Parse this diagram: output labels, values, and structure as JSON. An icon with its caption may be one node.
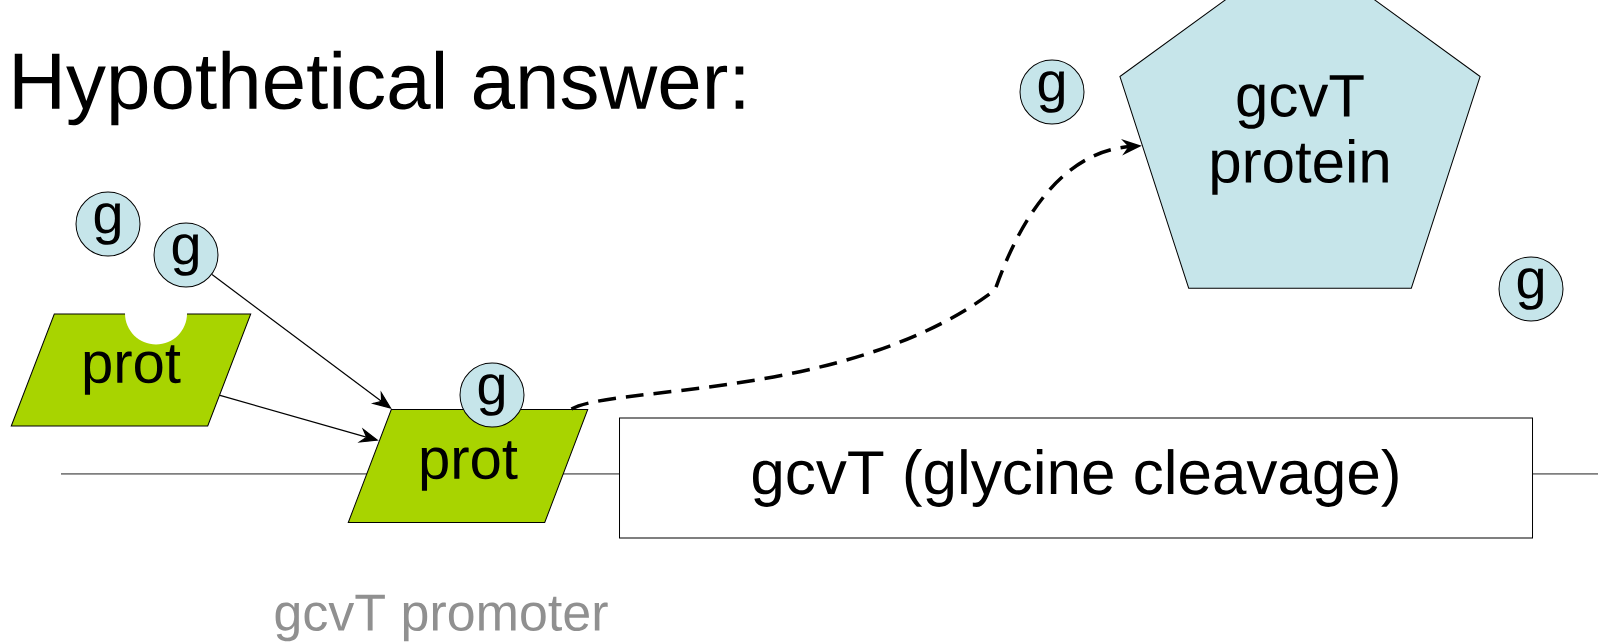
{
  "diagram": {
    "title": "Hypothetical answer:",
    "nodes": [
      {
        "text": [
          "g"
        ]
      },
      {
        "text": [
          "g"
        ]
      },
      {
        "text": [
          "prot"
        ]
      },
      {
        "text": [
          "g"
        ]
      },
      {
        "text": [
          "prot"
        ]
      },
      {
        "text": [
          "gcvT (glycine cleavage)"
        ]
      },
      {
        "text": [
          "gcvT protein"
        ]
      },
      {
        "text": [
          "g"
        ]
      },
      {
        "text": [
          "g"
        ]
      }
    ],
    "edges": [
      {
        "from": 1,
        "to": 4,
        "arrow": "to"
      },
      {
        "from": 2,
        "to": 4,
        "arrow": "to"
      },
      {
        "from": 4,
        "to": 6,
        "arrow": "to",
        "style": "dashed"
      }
    ],
    "labels": [
      "gcvT promoter"
    ]
  }
}
